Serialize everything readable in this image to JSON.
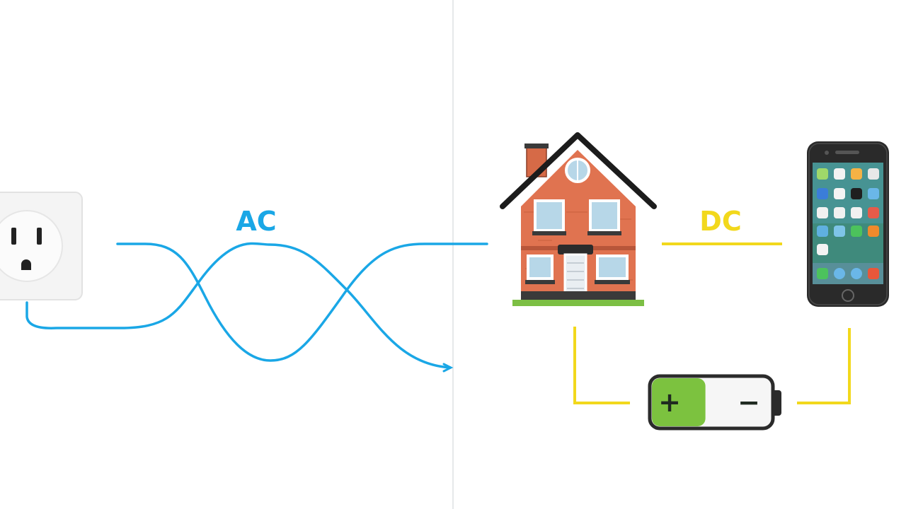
{
  "labels": {
    "ac": "AC",
    "dc": "DC"
  },
  "battery": {
    "positive_symbol": "+",
    "negative_symbol": "−",
    "charge_fraction": 0.45
  },
  "colors": {
    "ac_wave": "#1aa7e6",
    "dc_line": "#f2d81c",
    "divider": "#e6e8ea",
    "brick": "#e07350",
    "roof": "#1c1c1c",
    "battery_fill": "#7cc23f",
    "phone_body": "#2a2a2a"
  },
  "icons": [
    "outlet-icon",
    "house-icon",
    "phone-icon",
    "battery-icon"
  ]
}
